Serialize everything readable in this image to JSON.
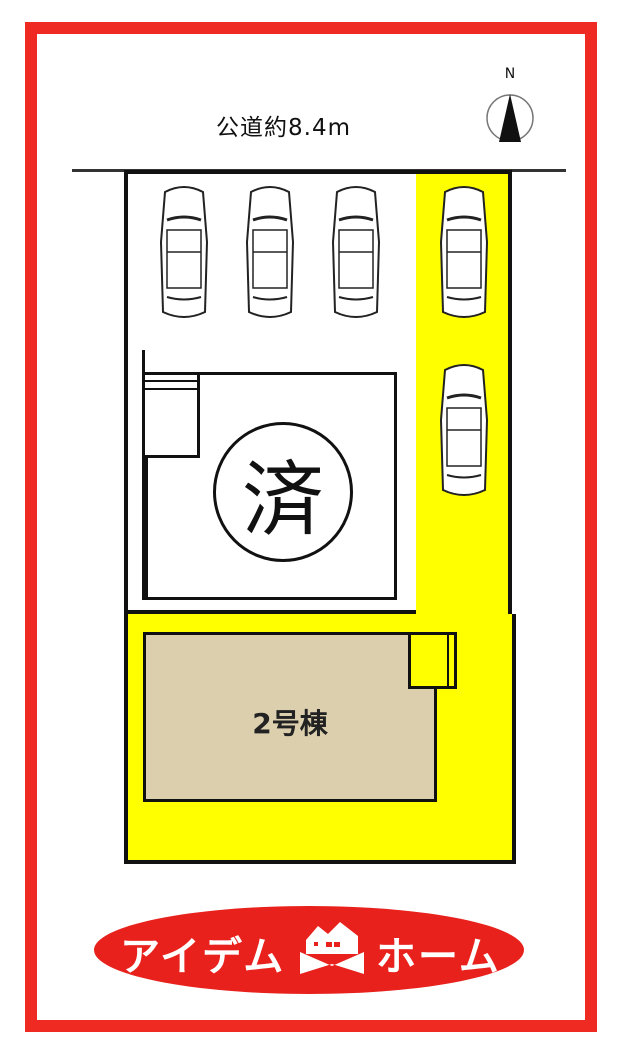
{
  "site_plan": {
    "road_label": "公道約8.4m",
    "north_label": "N",
    "sold_mark": "済",
    "building_label": "2号棟",
    "parking_spaces": 5,
    "colors": {
      "frame": "#ef2a22",
      "available_lot": "#ffff00",
      "building": "#dccfae",
      "lines": "#111111"
    }
  },
  "logo": {
    "text_left": "アイデム",
    "text_right": "ホーム",
    "background": "#e8211c"
  }
}
